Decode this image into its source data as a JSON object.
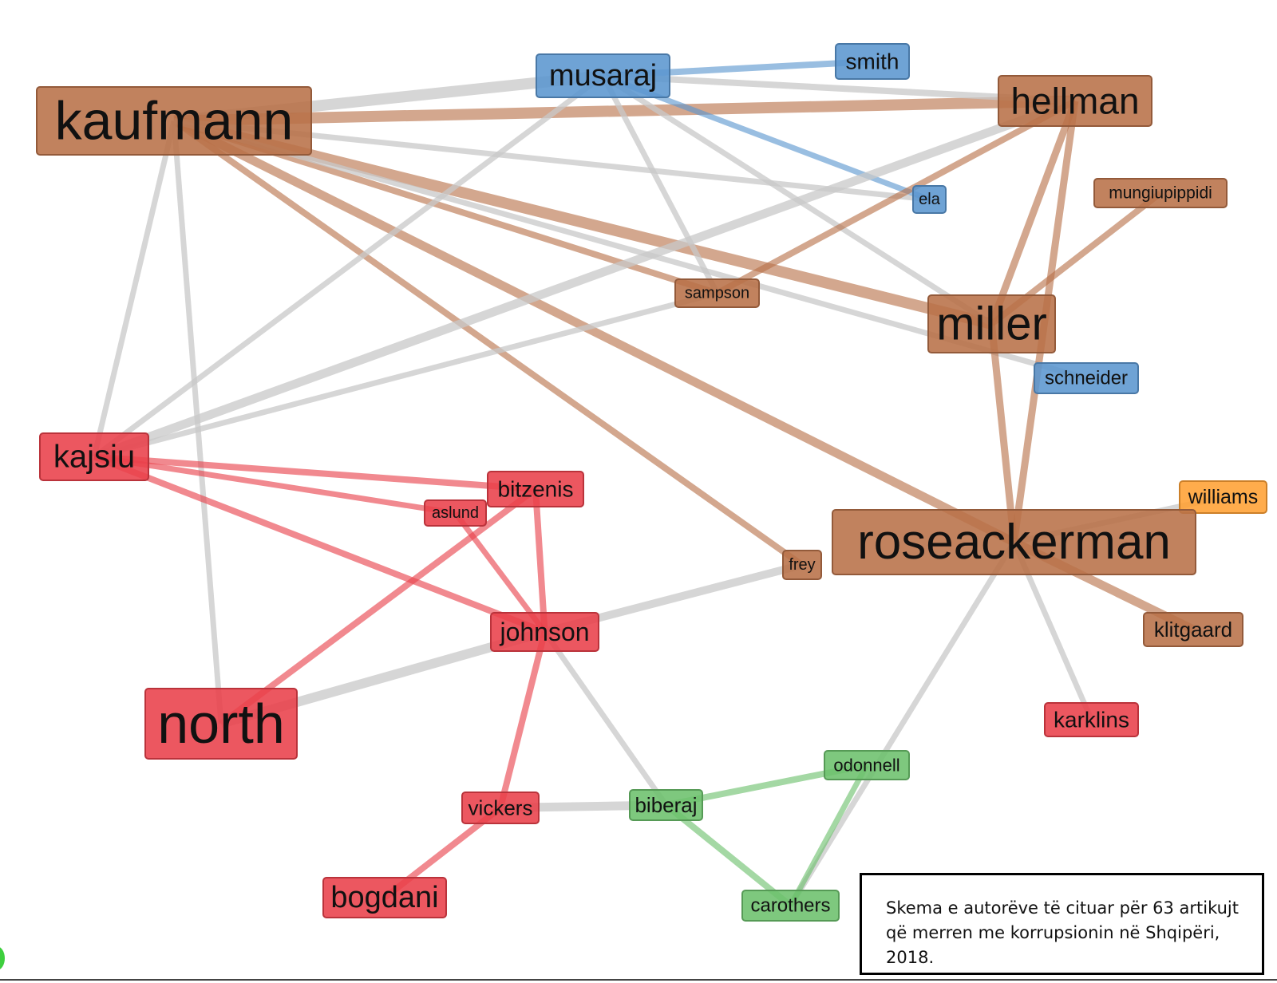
{
  "colors": {
    "brown": "#b87148",
    "blue": "#5b96cf",
    "red": "#e9404a",
    "green": "#6cc06c",
    "orange": "#ffa033",
    "gray": "#c8c8c8"
  },
  "caption": {
    "line1": "Skema e autorëve të cituar për 63 artikujt",
    "line2": "që merren me korrupsionin në Shqipëri,",
    "line3": "2018."
  },
  "nodes": [
    {
      "id": "kaufmann",
      "label": "kaufmann",
      "group": "brown"
    },
    {
      "id": "musaraj",
      "label": "musaraj",
      "group": "blue"
    },
    {
      "id": "smith",
      "label": "smith",
      "group": "blue"
    },
    {
      "id": "hellman",
      "label": "hellman",
      "group": "brown"
    },
    {
      "id": "ela",
      "label": "ela",
      "group": "blue"
    },
    {
      "id": "mungiupippidi",
      "label": "mungiupippidi",
      "group": "brown"
    },
    {
      "id": "sampson",
      "label": "sampson",
      "group": "brown"
    },
    {
      "id": "miller",
      "label": "miller",
      "group": "brown"
    },
    {
      "id": "schneider",
      "label": "schneider",
      "group": "blue"
    },
    {
      "id": "kajsiu",
      "label": "kajsiu",
      "group": "red"
    },
    {
      "id": "bitzenis",
      "label": "bitzenis",
      "group": "red"
    },
    {
      "id": "aslund",
      "label": "aslund",
      "group": "red"
    },
    {
      "id": "williams",
      "label": "williams",
      "group": "orange"
    },
    {
      "id": "roseackerman",
      "label": "roseackerman",
      "group": "brown"
    },
    {
      "id": "frey",
      "label": "frey",
      "group": "brown"
    },
    {
      "id": "johnson",
      "label": "johnson",
      "group": "red"
    },
    {
      "id": "klitgaard",
      "label": "klitgaard",
      "group": "brown"
    },
    {
      "id": "north",
      "label": "north",
      "group": "red"
    },
    {
      "id": "karklins",
      "label": "karklins",
      "group": "red"
    },
    {
      "id": "odonnell",
      "label": "odonnell",
      "group": "green"
    },
    {
      "id": "vickers",
      "label": "vickers",
      "group": "red"
    },
    {
      "id": "biberaj",
      "label": "biberaj",
      "group": "green"
    },
    {
      "id": "bogdani",
      "label": "bogdani",
      "group": "red"
    },
    {
      "id": "carothers",
      "label": "carothers",
      "group": "green"
    }
  ],
  "edges": [
    {
      "s": "kaufmann",
      "t": "musaraj",
      "c": "gray",
      "w": 14
    },
    {
      "s": "kaufmann",
      "t": "hellman",
      "c": "brown",
      "w": 14
    },
    {
      "s": "kaufmann",
      "t": "miller",
      "c": "brown",
      "w": 14
    },
    {
      "s": "kaufmann",
      "t": "roseackerman",
      "c": "brown",
      "w": 11
    },
    {
      "s": "kaufmann",
      "t": "frey",
      "c": "brown",
      "w": 8
    },
    {
      "s": "kaufmann",
      "t": "sampson",
      "c": "brown",
      "w": 8
    },
    {
      "s": "kaufmann",
      "t": "ela",
      "c": "gray",
      "w": 7
    },
    {
      "s": "kaufmann",
      "t": "schneider",
      "c": "gray",
      "w": 7
    },
    {
      "s": "kaufmann",
      "t": "kajsiu",
      "c": "gray",
      "w": 7
    },
    {
      "s": "kaufmann",
      "t": "north",
      "c": "gray",
      "w": 7
    },
    {
      "s": "musaraj",
      "t": "smith",
      "c": "blue",
      "w": 8
    },
    {
      "s": "musaraj",
      "t": "hellman",
      "c": "gray",
      "w": 8
    },
    {
      "s": "musaraj",
      "t": "ela",
      "c": "blue",
      "w": 7
    },
    {
      "s": "musaraj",
      "t": "sampson",
      "c": "gray",
      "w": 7
    },
    {
      "s": "musaraj",
      "t": "miller",
      "c": "gray",
      "w": 7
    },
    {
      "s": "musaraj",
      "t": "kajsiu",
      "c": "gray",
      "w": 7
    },
    {
      "s": "hellman",
      "t": "kajsiu",
      "c": "gray",
      "w": 11
    },
    {
      "s": "hellman",
      "t": "sampson",
      "c": "brown",
      "w": 8
    },
    {
      "s": "hellman",
      "t": "miller",
      "c": "brown",
      "w": 9
    },
    {
      "s": "hellman",
      "t": "roseackerman",
      "c": "brown",
      "w": 9
    },
    {
      "s": "mungiupippidi",
      "t": "miller",
      "c": "brown",
      "w": 8
    },
    {
      "s": "sampson",
      "t": "kajsiu",
      "c": "gray",
      "w": 7
    },
    {
      "s": "miller",
      "t": "roseackerman",
      "c": "brown",
      "w": 9
    },
    {
      "s": "kajsiu",
      "t": "bitzenis",
      "c": "red",
      "w": 8
    },
    {
      "s": "kajsiu",
      "t": "aslund",
      "c": "red",
      "w": 7
    },
    {
      "s": "kajsiu",
      "t": "johnson",
      "c": "red",
      "w": 8
    },
    {
      "s": "bitzenis",
      "t": "johnson",
      "c": "red",
      "w": 8
    },
    {
      "s": "bitzenis",
      "t": "north",
      "c": "red",
      "w": 8
    },
    {
      "s": "aslund",
      "t": "johnson",
      "c": "red",
      "w": 7
    },
    {
      "s": "roseackerman",
      "t": "williams",
      "c": "gray",
      "w": 7
    },
    {
      "s": "roseackerman",
      "t": "klitgaard",
      "c": "brown",
      "w": 11
    },
    {
      "s": "roseackerman",
      "t": "karklins",
      "c": "gray",
      "w": 7
    },
    {
      "s": "roseackerman",
      "t": "carothers",
      "c": "gray",
      "w": 7
    },
    {
      "s": "frey",
      "t": "johnson",
      "c": "gray",
      "w": 10
    },
    {
      "s": "johnson",
      "t": "north",
      "c": "gray",
      "w": 12
    },
    {
      "s": "johnson",
      "t": "vickers",
      "c": "red",
      "w": 8
    },
    {
      "s": "johnson",
      "t": "biberaj",
      "c": "gray",
      "w": 7
    },
    {
      "s": "vickers",
      "t": "biberaj",
      "c": "gray",
      "w": 11
    },
    {
      "s": "vickers",
      "t": "bogdani",
      "c": "red",
      "w": 8
    },
    {
      "s": "biberaj",
      "t": "odonnell",
      "c": "green",
      "w": 8
    },
    {
      "s": "biberaj",
      "t": "carothers",
      "c": "green",
      "w": 8
    },
    {
      "s": "odonnell",
      "t": "carothers",
      "c": "green",
      "w": 7
    }
  ]
}
